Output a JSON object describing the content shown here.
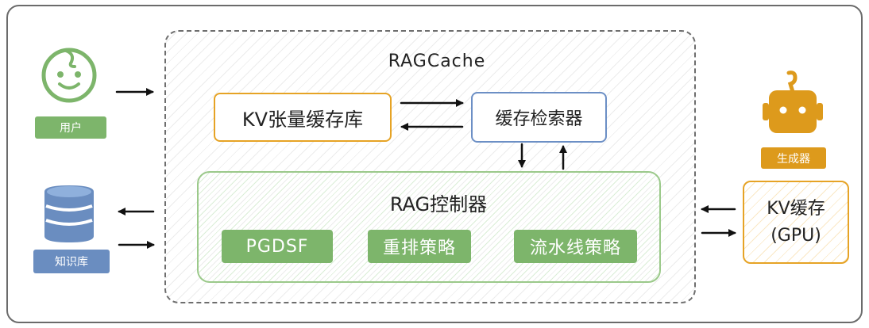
{
  "title": "RAGCache",
  "kv_tensor_store": "KV张量缓存库",
  "cache_retriever": "缓存检索器",
  "controller": {
    "title": "RAG控制器",
    "policies": [
      "PGDSF",
      "重排策略",
      "流水线策略"
    ]
  },
  "user_label": "用户",
  "knowledge_base_label": "知识库",
  "generator_label": "生成器",
  "kv_cache_gpu": [
    "KV缓存",
    "(GPU)"
  ],
  "colors": {
    "green": "#7db56b",
    "blue": "#6a8dc0",
    "orange": "#e6a325",
    "robot": "#dd9a1c"
  }
}
